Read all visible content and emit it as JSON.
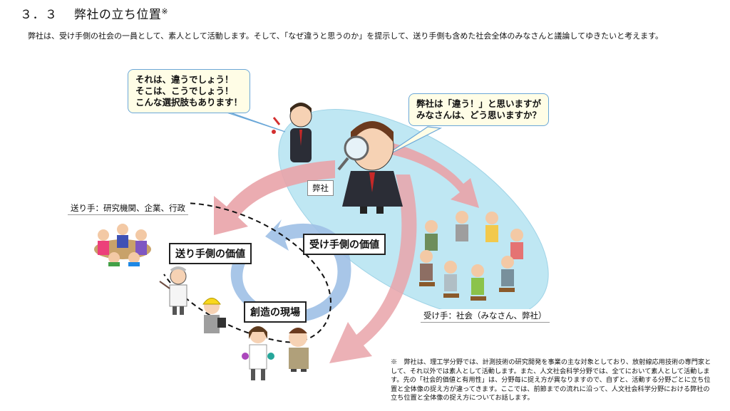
{
  "heading": {
    "number": "３．３",
    "title": "弊社の立ち位置",
    "mark": "※"
  },
  "intro": "弊社は、受け手側の社会の一員として、素人として活動します。そして、「なぜ違うと思うのか」を提示して、送り手側も含めた社会全体のみなさんと議論してゆきたいと考えます。",
  "diagram": {
    "bubble_left": "それは、違うでしょう！\nそこは、こうでしょう！\nこんな選択肢もあります！",
    "bubble_right": "弊社は「違う！」と思いますが\nみなさんは、どう思いますか？",
    "company_label": "弊社",
    "sender_label": "送り手：研究機関、企業、行政",
    "receiver_label": "受け手：社会（みなさん、弊社）",
    "sender_value": "送り手側の価値",
    "receiver_value": "受け手側の価値",
    "creation_site": "創造の現場"
  },
  "footnote": "※　弊社は、理工学分野では、計測技術の研究開発を事業の主な対象としており、放射線応用技術の専門家として、それ以外では素人として活動します。また、人文社会科学分野では、全てにおいて素人として活動します。先の「社会的価値と有用性」は、分野毎に捉え方が異なりますので、自ずと、活動する分野ごとに立ち位置と全体像の捉え方が違ってきます。ここでは、前節までの流れに沿って、人文社会科学分野における弊社の立ち位置と全体像の捉え方についてお話します。",
  "colors": {
    "ellipse": "#bfe7f3",
    "pink_arrow": "#e9a3a9",
    "blue_arrow": "#9fc0e6",
    "bubble_border": "#6aa7d8"
  }
}
